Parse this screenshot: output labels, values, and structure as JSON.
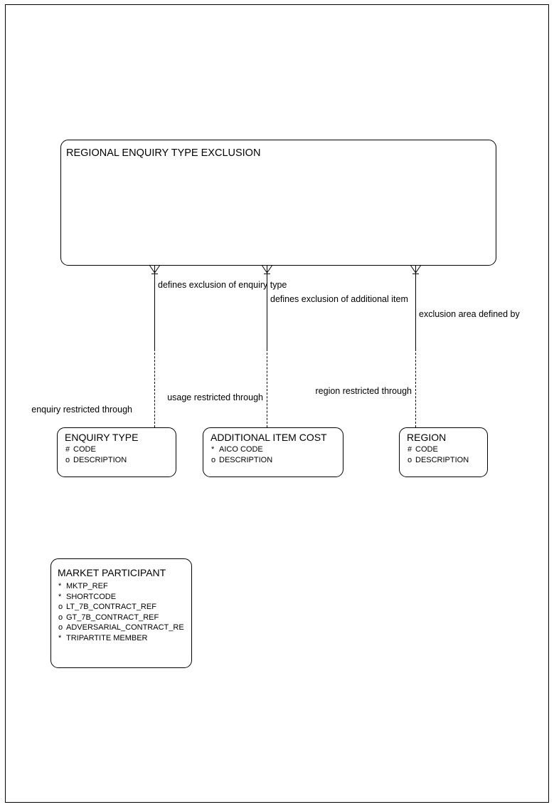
{
  "diagram": {
    "type": "entity-relationship",
    "notation": "barker",
    "entities": [
      {
        "id": "regional-enquiry-type-exclusion",
        "name": "REGIONAL ENQUIRY TYPE EXCLUSION",
        "attributes": []
      },
      {
        "id": "enquiry-type",
        "name": "ENQUIRY TYPE",
        "attributes": [
          {
            "marker": "#",
            "name": "CODE"
          },
          {
            "marker": "o",
            "name": "DESCRIPTION"
          }
        ]
      },
      {
        "id": "additional-item-cost",
        "name": "ADDITIONAL ITEM COST",
        "attributes": [
          {
            "marker": "*",
            "name": "AICO CODE"
          },
          {
            "marker": "o",
            "name": "DESCRIPTION"
          }
        ]
      },
      {
        "id": "region",
        "name": "REGION",
        "attributes": [
          {
            "marker": "#",
            "name": "CODE"
          },
          {
            "marker": "o",
            "name": "DESCRIPTION"
          }
        ]
      },
      {
        "id": "market-participant",
        "name": "MARKET PARTICIPANT",
        "attributes": [
          {
            "marker": "*",
            "name": "MKTP_REF"
          },
          {
            "marker": "*",
            "name": "SHORTCODE"
          },
          {
            "marker": "o",
            "name": "LT_7B_CONTRACT_REF"
          },
          {
            "marker": "o",
            "name": "GT_7B_CONTRACT_REF"
          },
          {
            "marker": "o",
            "name": "ADVERSARIAL_CONTRACT_RE"
          },
          {
            "marker": "*",
            "name": "TRIPARTITE MEMBER"
          }
        ]
      }
    ],
    "relationships": [
      {
        "id": "enquiry-type-exclusion",
        "parent_label": "defines exclusion of enquiry type",
        "child_label": "enquiry restricted through",
        "from": "regional-enquiry-type-exclusion",
        "to": "enquiry-type"
      },
      {
        "id": "additional-item-exclusion",
        "parent_label": "defines exclusion of additional item",
        "child_label": "usage restricted through",
        "from": "regional-enquiry-type-exclusion",
        "to": "additional-item-cost"
      },
      {
        "id": "exclusion-area",
        "parent_label": "exclusion area defined by",
        "child_label": "region restricted through",
        "from": "regional-enquiry-type-exclusion",
        "to": "region"
      },
      {
        "id": "region-restriction",
        "parent_label": "region restricted through",
        "child_label": "",
        "from": "regional-enquiry-type-exclusion",
        "to": "region"
      }
    ]
  },
  "colors": {
    "line": "#000000",
    "background": "#ffffff",
    "text": "#000000"
  }
}
